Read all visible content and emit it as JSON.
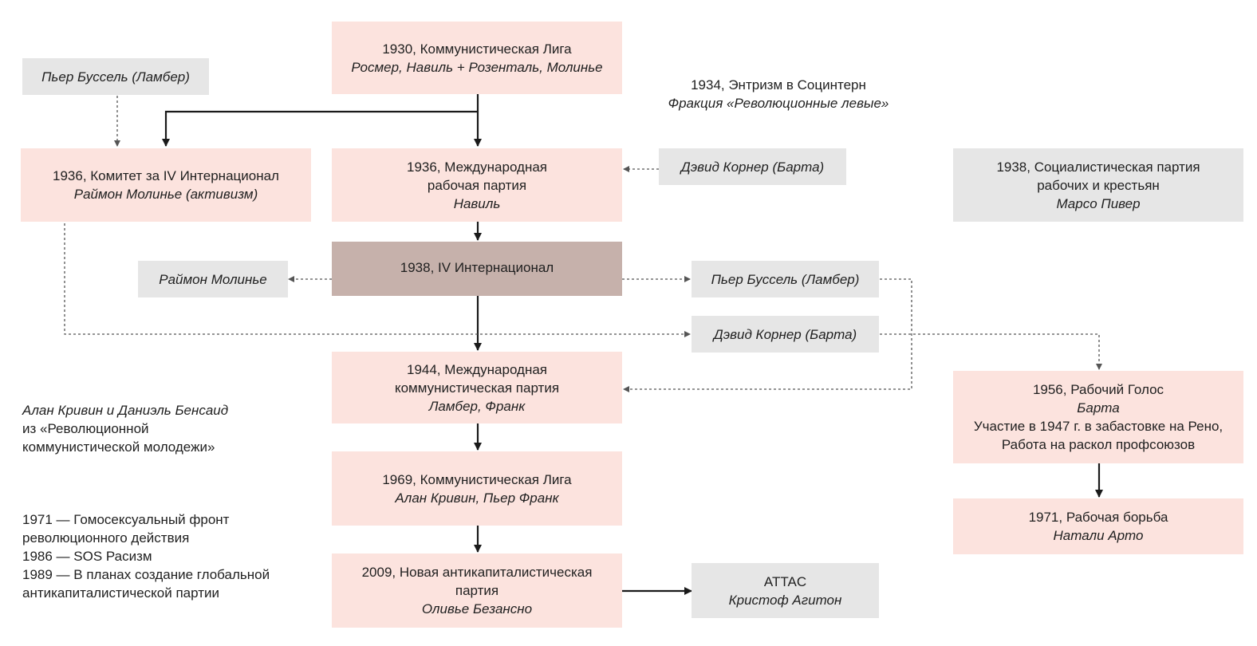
{
  "nodes": {
    "lga1930": {
      "title": "1930, Коммунистическая Лига",
      "people": "Росмер, Навиль + Розенталь, Молинье"
    },
    "boussel_top": {
      "people": "Пьер Буссель (Ламбер)"
    },
    "entrism": {
      "title": "1934, Энтризм в Социнтерн",
      "subtitle": "Фракция «Революционные левые»"
    },
    "comite1936": {
      "title": "1936, Комитет за IV Интернационал",
      "people": "Раймон Молинье (активизм)"
    },
    "pio1936": {
      "title_1": "1936, Международная",
      "title_2": "рабочая партия",
      "people": "Навиль"
    },
    "korner_top": {
      "people": "Дэвид Корнер (Барта)"
    },
    "psop1938": {
      "title_1": "1938, Социалистическая партия",
      "title_2": "рабочих и крестьян",
      "people": "Марсо Пивер"
    },
    "internationale1938": {
      "title": "1938, IV Интернационал"
    },
    "molinier": {
      "people": "Раймон Молинье"
    },
    "boussel_mid": {
      "people": "Пьер Буссель (Ламбер)"
    },
    "korner_mid": {
      "people": "Дэвид Корнер (Барта)"
    },
    "pci1944": {
      "title_1": "1944, Международная",
      "title_2": "коммунистическая партия",
      "people": "Ламбер, Франк"
    },
    "vo1956": {
      "title": "1956, Рабочий Голос",
      "people": "Барта",
      "note_1": "Участие в 1947 г. в забастовке на Рено,",
      "note_2": "Работа на раскол профсоюзов"
    },
    "lc1969": {
      "title": "1969, Коммунистическая Лига",
      "people": "Алан Кривин, Пьер Франк"
    },
    "lo1971": {
      "title": "1971, Рабочая борьба",
      "people": "Натали Арто"
    },
    "npa2009": {
      "title_1": "2009, Новая антикапиталистическая",
      "title_2": "партия",
      "people": "Оливье Безансно"
    },
    "attac": {
      "title": "ATTAC",
      "people": "Кристоф Агитон"
    }
  },
  "side_notes": {
    "krivine": {
      "people": "Алан Кривин и Даниэль Бенсаид",
      "line_2": "из «Революционной",
      "line_3": "коммунистической молодежи»"
    },
    "timeline": [
      "1971 — Гомосексуальный фронт",
      "революционного действия",
      "1986 — SOS Расизм",
      "1989 — В планах создание глобальной",
      "антикапиталистической партии"
    ]
  },
  "colors": {
    "pink_box": "#fce3de",
    "gray_box": "#e6e6e6",
    "dark_box": "#c6b1ab",
    "solid_arrow": "#1a1a1a",
    "dashed_arrow": "#555555"
  }
}
